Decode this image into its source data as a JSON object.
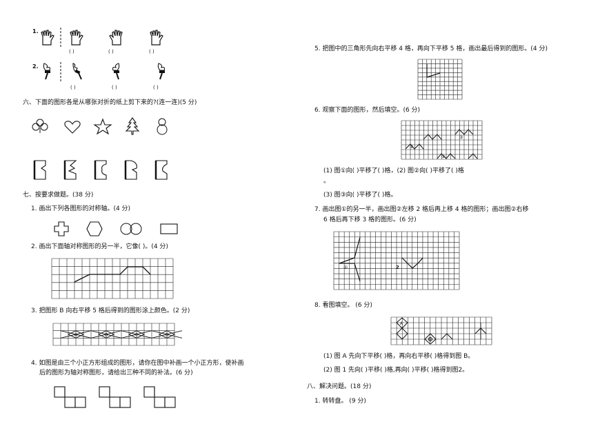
{
  "left": {
    "g1_num": "1.",
    "g2_num": "2.",
    "paren": "(      )",
    "sec6_title": "六、下面的图形各是从哪张对折的纸上剪下来的?(连一连)(5 分)",
    "sec7_title": "七、按要求做题。(38 分)",
    "q1": "1. 画出下列各图形的对称轴。(4 分)",
    "q2": "2. 画出下面轴对称图形的另一半，它像(          )。(4 分)",
    "q3": "3. 把图形 B 向右平移 5 格后得到的图形涂上颜色。(2 分)",
    "q3_labels": [
      "A",
      "B",
      "C",
      "D"
    ],
    "q4_line1": "4. 如图是由三个小正方形组成的图形，请你在图中补画一个小正方形，使补画",
    "q4_line2": "后的图形为轴对称图形，请给出三种不同的补法。(6 分)"
  },
  "right": {
    "q5": "5. 把图中的三角形先向右平移 4 格，再向下平移 5 格，画出最后得到的图形。(4 分)",
    "q6": "6. 观察下面的图形，然后填空。(6 分)",
    "q6_fill1": "(1) 图①向(    )平移了(          )格，(2) 图②向(    )平移了(          )格",
    "q6_fill1_end": "。",
    "q6_fill2": "(3) 图③向(    )平移了(          )格。",
    "q6_marks": [
      "①",
      "②",
      "③"
    ],
    "q7_line1": "7. 画出图①的另一半，画出图②左移 2 格后再上移 4 格的图形；画出图②右移",
    "q7_line2": "6 格后再下移 3 格的图形。(6 分)",
    "q7_marks": [
      "①",
      "2"
    ],
    "q8": "8. 看图填空。 (6 分)",
    "q8_marks": [
      "A",
      "B"
    ],
    "q8_fill1": "(1) 图 A  先向下平移(          )格，再向右平移(          )格得到图 B。",
    "q8_fill2": "(2) 图 1 先向(          )平移(      )格,再向(          )平移(      )格得到图2。",
    "sec8_title": "八、解决问题。(18 分)",
    "q9": "1. 转转盘。 (9 分)"
  }
}
